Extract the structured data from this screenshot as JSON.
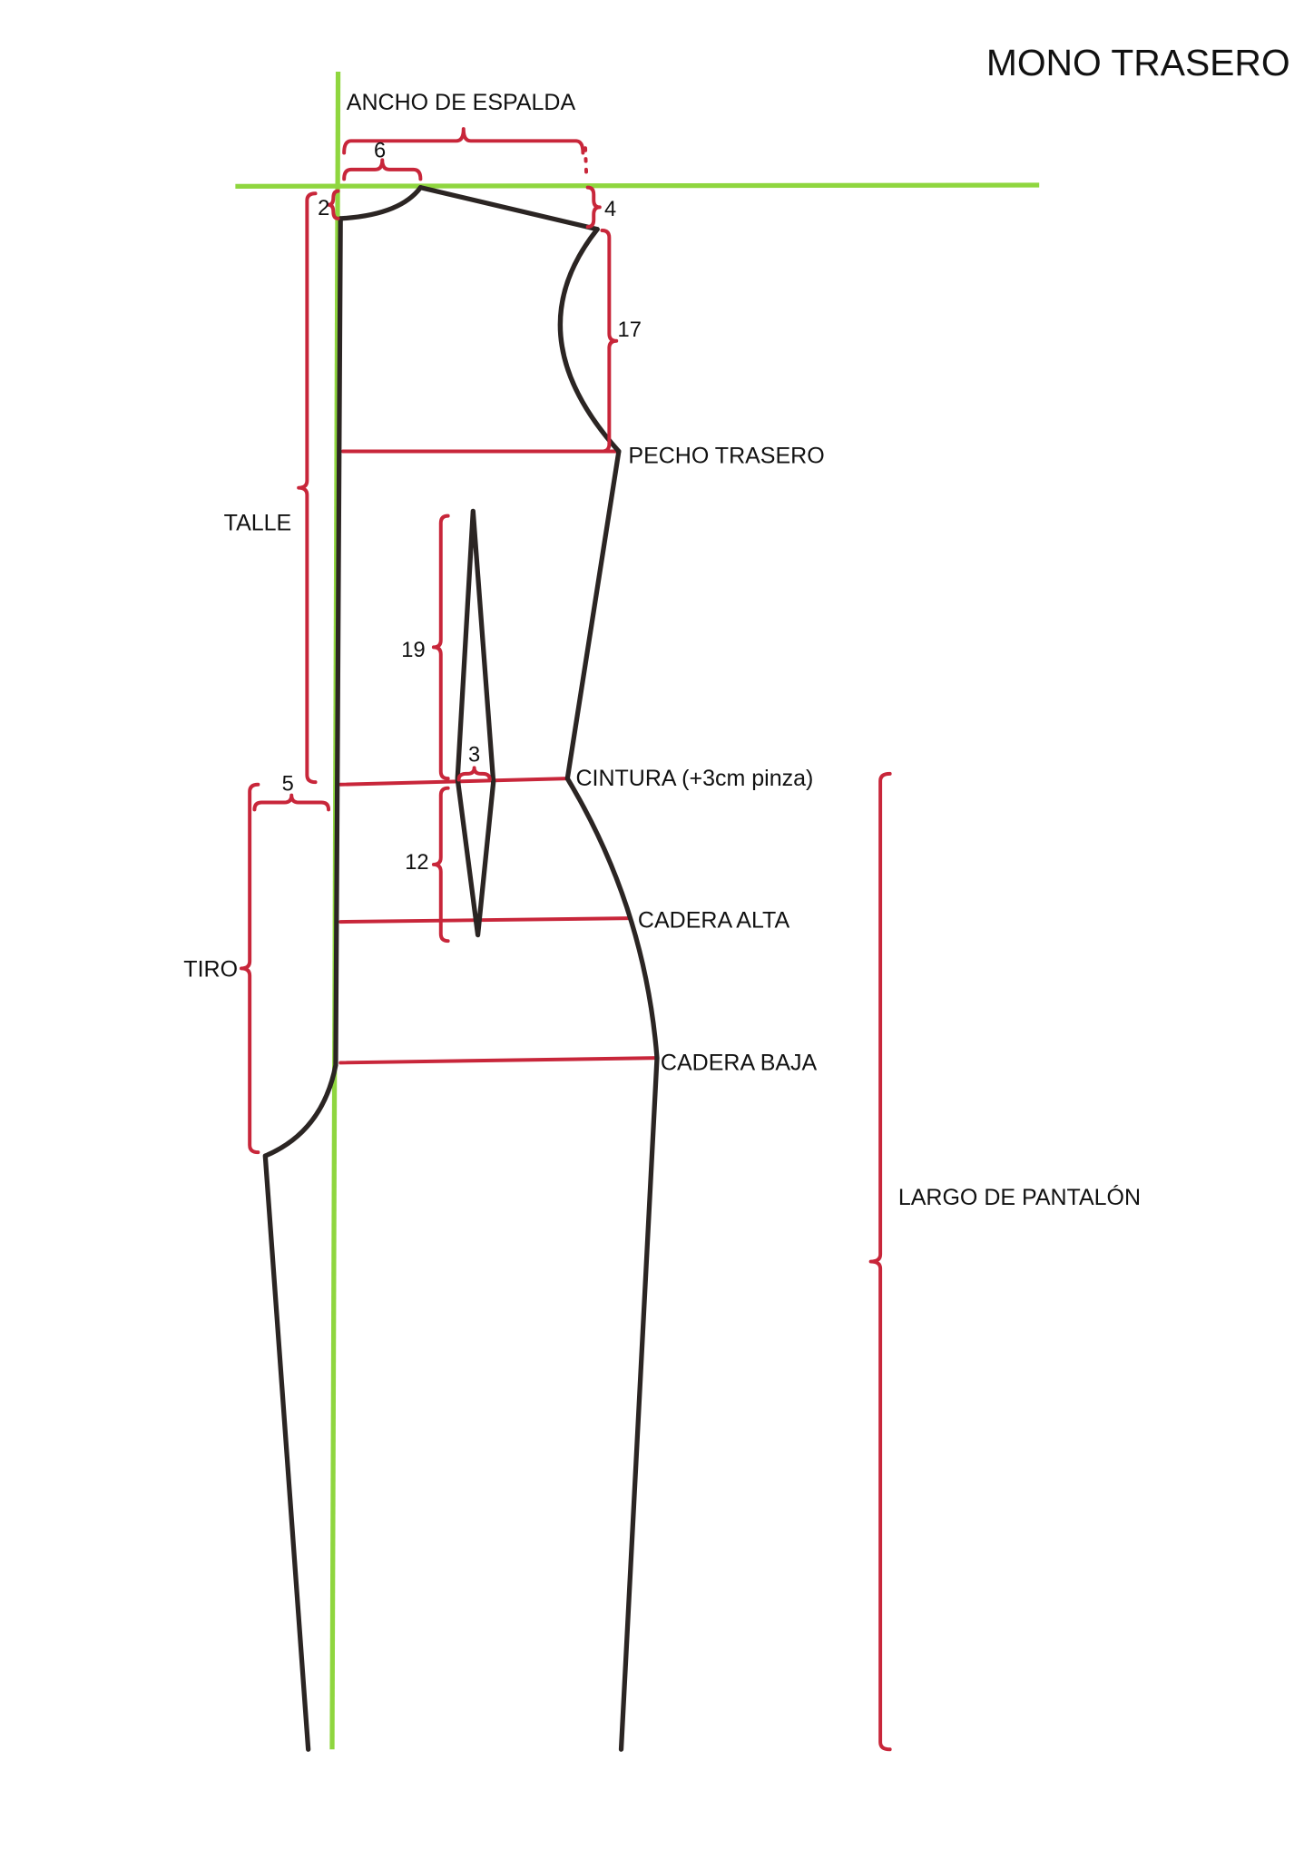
{
  "title": "MONO TRASERO",
  "colors": {
    "guide": "#8fd63f",
    "pattern": "#2b2523",
    "measure": "#c8263a"
  },
  "labels": {
    "ancho_espalda": "ANCHO DE ESPALDA",
    "pecho": "PECHO TRASERO",
    "talle": "TALLE",
    "cintura": "CINTURA (+3cm pinza)",
    "cadera_alta": "CADERA ALTA",
    "cadera_baja": "CADERA BAJA",
    "tiro": "TIRO",
    "largo": "LARGO DE PANTALÓN"
  },
  "measures": {
    "neck_width": "6",
    "neck_depth": "2",
    "shoulder_drop": "4",
    "armhole": "17",
    "dart_upper": "19",
    "dart_width": "3",
    "dart_lower": "12",
    "crotch_ext": "5"
  }
}
